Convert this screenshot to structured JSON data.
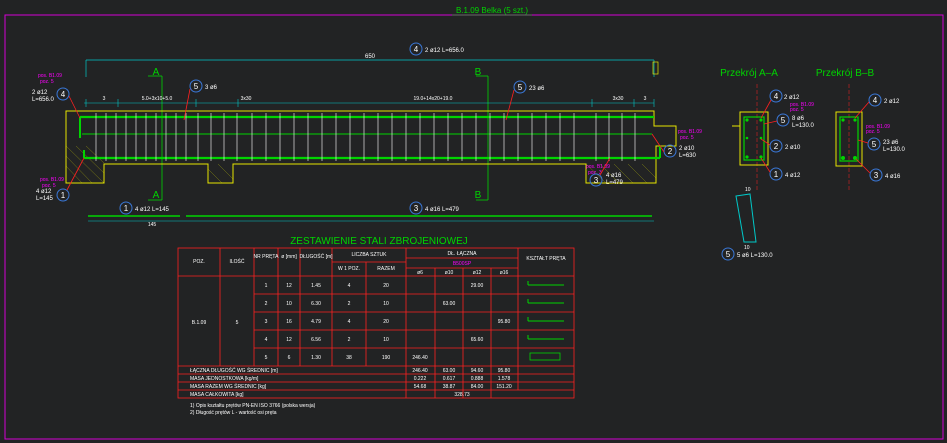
{
  "title": "B.1.09 Belka (5 szt.)",
  "elevation": {
    "top_bar": {
      "num": "4",
      "text": "2 ø12 L=656.0"
    },
    "top_dim": "650",
    "section_marks": [
      "A",
      "A",
      "B",
      "B"
    ],
    "left_bar_label": {
      "num": "4",
      "line1": "2 ø12",
      "line2": "L=656.0"
    },
    "left_pos_tag": [
      "pos. B1.09",
      "poz. 5"
    ],
    "left_lower_tag": [
      "pos. B1.09",
      "poz. 5"
    ],
    "bottom_left_label": {
      "num": "1",
      "line1": "4 ø12",
      "line2": "L=145"
    },
    "stirrup_5a": {
      "num": "5",
      "text": "3 ø6"
    },
    "stirrup_5b": {
      "num": "5",
      "text": "23 ø6"
    },
    "spacing_texts": [
      "3",
      "5.0+3x10+5.0",
      "3x30",
      "19.0+14x20+19.0",
      "3x30",
      "3"
    ],
    "right_tag": [
      "pos. B1.09",
      "poz. 5"
    ],
    "right_bar_label": {
      "num": "2",
      "line1": "2 ø10",
      "line2": "L=630"
    },
    "right_low_label": {
      "num": "3",
      "line1": "4 ø16",
      "line2": "L=479"
    },
    "right_low_tag": [
      "pos. B1.09",
      "poz. 3"
    ],
    "bottom_bar_1": {
      "num": "1",
      "text": "4 ø12 L=145"
    },
    "bottom_bar_3": {
      "num": "3",
      "text": "4 ø16 L=479"
    },
    "bottom_dim": "145"
  },
  "sections": {
    "a_title": "Przekrój A–A",
    "b_title": "Przekrój B–B",
    "a_labels": {
      "top": {
        "num": "4",
        "text": "2 ø12"
      },
      "tag": [
        "pos. B1.09",
        "poz. 5"
      ],
      "stirrup": {
        "num": "5",
        "line1": "8 ø6",
        "line2": "L=130.0"
      },
      "mid": {
        "num": "2",
        "text": "2 ø10"
      },
      "bottom": {
        "num": "1",
        "text": "4 ø12"
      }
    },
    "b_labels": {
      "top": {
        "num": "4",
        "text": "2 ø12"
      },
      "tag": [
        "pos. B1.09",
        "poz. 5"
      ],
      "stirrup": {
        "num": "5",
        "line1": "23 ø6",
        "line2": "L=130.0"
      },
      "bottom": {
        "num": "3",
        "text": "4 ø16"
      }
    },
    "stirrup_detail": {
      "num": "5",
      "text": "5 ø6 L=130.0",
      "dim_top": "10",
      "dim_bottom": "10"
    }
  },
  "table": {
    "title": "ZESTAWIENIE STALI ZBROJENIOWEJ",
    "headers": {
      "poz": "POZ.",
      "ilosc": "ILOŚĆ",
      "nr": "NR PRĘTA",
      "fi": "ø [mm]",
      "dl": "DŁUGOŚĆ [m]",
      "liczba": "LICZBA SZTUK",
      "w1": "W 1 POZ.",
      "razem": "RAZEM",
      "dl_laczna": "DŁ. ŁĄCZNA",
      "stal": "B500SP",
      "d6": "ø6",
      "d10": "ø10",
      "d12": "ø12",
      "d16": "ø16",
      "ksztalt": "KSZTAŁT PRĘTA"
    },
    "poz_value": "B.1.09",
    "ilosc_value": "5",
    "rows": [
      {
        "nr": "1",
        "fi": "12",
        "dl": "1.45",
        "w1": "4",
        "razem": "20",
        "d6": "",
        "d10": "",
        "d12": "29.00",
        "d16": ""
      },
      {
        "nr": "2",
        "fi": "10",
        "dl": "6.30",
        "w1": "2",
        "razem": "10",
        "d6": "",
        "d10": "63.00",
        "d12": "",
        "d16": ""
      },
      {
        "nr": "3",
        "fi": "16",
        "dl": "4.79",
        "w1": "4",
        "razem": "20",
        "d6": "",
        "d10": "",
        "d12": "",
        "d16": "95.80"
      },
      {
        "nr": "4",
        "fi": "12",
        "dl": "6.56",
        "w1": "2",
        "razem": "10",
        "d6": "",
        "d10": "",
        "d12": "65.60",
        "d16": ""
      },
      {
        "nr": "5",
        "fi": "6",
        "dl": "1.30",
        "w1": "38",
        "razem": "190",
        "d6": "246.40",
        "d10": "",
        "d12": "",
        "d16": ""
      }
    ],
    "summary": [
      {
        "label": "ŁĄCZNA DŁUGOŚĆ WG ŚREDNIC [m]",
        "d6": "246.40",
        "d10": "63.00",
        "d12": "94.60",
        "d16": "95.80"
      },
      {
        "label": "MASA JEDNOSTKOWA [kg/m]",
        "d6": "0.222",
        "d10": "0.617",
        "d12": "0.888",
        "d16": "1.578"
      },
      {
        "label": "MASA RAZEM WG ŚREDNIC [kg]",
        "d6": "54.68",
        "d10": "38.87",
        "d12": "84.00",
        "d16": "151.20"
      },
      {
        "label": "MASA CAŁKOWITA [kg]",
        "total": "328.73"
      }
    ],
    "notes": [
      "1) Opis kształtu prętów PN-EN ISO 3766 (polska wersja)",
      "2) Długość prętów L - wartość osi pręta"
    ]
  },
  "colors": {
    "background": "#222324",
    "frame": "#d400d4",
    "concrete": "#e6e600",
    "rebar": "#00d400",
    "leader": "#ff2020",
    "bubble": "#3a78d8",
    "dim": "#00c8c8",
    "text": "#ffffff",
    "tag": "#ff00ff",
    "table_title": "#00d400"
  }
}
